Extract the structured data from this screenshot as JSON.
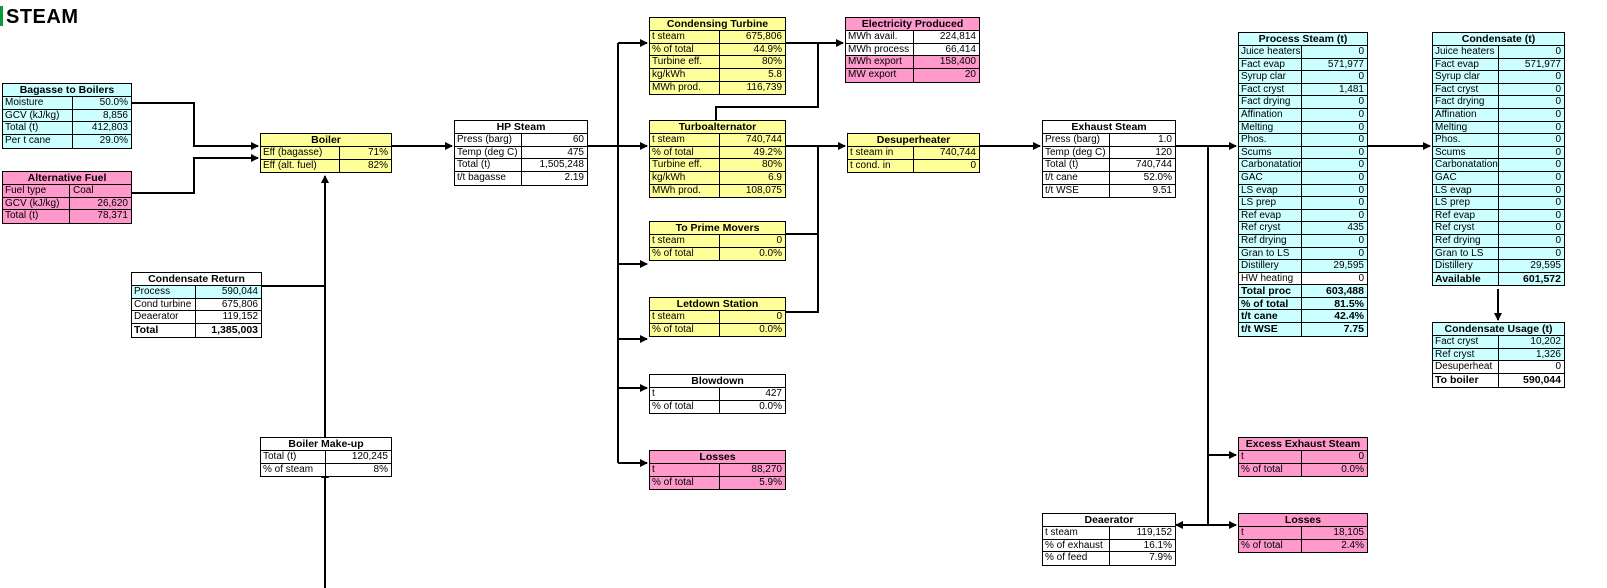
{
  "page_title": "STEAM",
  "colors": {
    "cyan": "#ccffff",
    "yellow": "#ffff99",
    "pink": "#ff99cc",
    "white": "#ffffff"
  },
  "bagasse": {
    "title": "Bagasse to Boilers",
    "rows": [
      {
        "label": "Moisture",
        "value": "50.0%"
      },
      {
        "label": "GCV (kJ/kg)",
        "value": "8,856"
      },
      {
        "label": "Total (t)",
        "value": "412,803"
      },
      {
        "label": "Per t cane",
        "value": "29.0%"
      }
    ]
  },
  "altfuel": {
    "title": "Alternative Fuel",
    "rows": [
      {
        "label": "Fuel type",
        "value": "Coal"
      },
      {
        "label": "GCV (kJ/kg)",
        "value": "26,620"
      },
      {
        "label": "Total (t)",
        "value": "78,371"
      }
    ]
  },
  "boiler": {
    "title": "Boiler",
    "rows": [
      {
        "label": "Eff (bagasse)",
        "value": "71%"
      },
      {
        "label": "Eff (alt. fuel)",
        "value": "82%"
      }
    ]
  },
  "cond_return": {
    "title": "Condensate Return",
    "rows": [
      {
        "label": "Process",
        "value": "590,044"
      },
      {
        "label": "Cond turbine",
        "value": "675,806"
      },
      {
        "label": "Deaerator",
        "value": "119,152"
      },
      {
        "label": "Total",
        "value": "1,385,003"
      }
    ]
  },
  "makeup": {
    "title": "Boiler Make-up",
    "rows": [
      {
        "label": "Total (t)",
        "value": "120,245"
      },
      {
        "label": "% of steam",
        "value": "8%"
      }
    ]
  },
  "hp_steam": {
    "title": "HP Steam",
    "rows": [
      {
        "label": "Press (barg)",
        "value": "60"
      },
      {
        "label": "Temp (deg C)",
        "value": "475"
      },
      {
        "label": "Total (t)",
        "value": "1,505,248"
      },
      {
        "label": "t/t bagasse",
        "value": "2.19"
      }
    ]
  },
  "cond_turbine": {
    "title": "Condensing Turbine",
    "rows": [
      {
        "label": "t steam",
        "value": "675,806"
      },
      {
        "label": "% of total",
        "value": "44.9%"
      },
      {
        "label": "Turbine eff.",
        "value": "80%"
      },
      {
        "label": "kg/kWh",
        "value": "5.8"
      },
      {
        "label": "MWh prod.",
        "value": "116,739"
      }
    ]
  },
  "electricity": {
    "title": "Electricity Produced",
    "rows": [
      {
        "label": "MWh avail.",
        "value": "224,814"
      },
      {
        "label": "MWh process",
        "value": "66,414"
      },
      {
        "label": "MWh export",
        "value": "158,400"
      },
      {
        "label": "MW export",
        "value": "20"
      }
    ]
  },
  "turboalt": {
    "title": "Turboalternator",
    "rows": [
      {
        "label": "t steam",
        "value": "740,744"
      },
      {
        "label": "% of total",
        "value": "49.2%"
      },
      {
        "label": "Turbine eff.",
        "value": "80%"
      },
      {
        "label": "kg/kWh",
        "value": "6.9"
      },
      {
        "label": "MWh prod.",
        "value": "108,075"
      }
    ]
  },
  "desuper": {
    "title": "Desuperheater",
    "rows": [
      {
        "label": "t steam in",
        "value": "740,744"
      },
      {
        "label": "t cond. in",
        "value": "0"
      }
    ]
  },
  "prime": {
    "title": "To Prime Movers",
    "rows": [
      {
        "label": "t steam",
        "value": "0"
      },
      {
        "label": "% of total",
        "value": "0.0%"
      }
    ]
  },
  "letdown": {
    "title": "Letdown Station",
    "rows": [
      {
        "label": "t steam",
        "value": "0"
      },
      {
        "label": "% of total",
        "value": "0.0%"
      }
    ]
  },
  "blowdown": {
    "title": "Blowdown",
    "rows": [
      {
        "label": "t",
        "value": "427"
      },
      {
        "label": "% of total",
        "value": "0.0%"
      }
    ]
  },
  "losses1": {
    "title": "Losses",
    "rows": [
      {
        "label": "t",
        "value": "88,270"
      },
      {
        "label": "% of total",
        "value": "5.9%"
      }
    ]
  },
  "exhaust": {
    "title": "Exhaust Steam",
    "rows": [
      {
        "label": "Press (barg)",
        "value": "1.0"
      },
      {
        "label": "Temp (deg C)",
        "value": "120"
      },
      {
        "label": "Total (t)",
        "value": "740,744"
      },
      {
        "label": "t/t cane",
        "value": "52.0%"
      },
      {
        "label": "t/t WSE",
        "value": "9.51"
      }
    ]
  },
  "process_steam": {
    "title": "Process Steam (t)",
    "rows": [
      {
        "label": "Juice heaters",
        "value": "0"
      },
      {
        "label": "Fact evap",
        "value": "571,977"
      },
      {
        "label": "Syrup clar",
        "value": "0"
      },
      {
        "label": "Fact cryst",
        "value": "1,481"
      },
      {
        "label": "Fact drying",
        "value": "0"
      },
      {
        "label": "Affination",
        "value": "0"
      },
      {
        "label": "Melting",
        "value": "0"
      },
      {
        "label": "Phos.",
        "value": "0"
      },
      {
        "label": "Scums",
        "value": "0"
      },
      {
        "label": "Carbonatation",
        "value": "0"
      },
      {
        "label": "GAC",
        "value": "0"
      },
      {
        "label": "LS evap",
        "value": "0"
      },
      {
        "label": "LS prep",
        "value": "0"
      },
      {
        "label": "Ref evap",
        "value": "0"
      },
      {
        "label": "Ref cryst",
        "value": "435"
      },
      {
        "label": "Ref drying",
        "value": "0"
      },
      {
        "label": "Gran to LS",
        "value": "0"
      },
      {
        "label": "Distillery",
        "value": "29,595"
      },
      {
        "label": "HW heating",
        "value": "0"
      },
      {
        "label": "Total proc",
        "value": "603,488"
      },
      {
        "label": "% of total",
        "value": "81.5%"
      },
      {
        "label": "t/t cane",
        "value": "42.4%"
      },
      {
        "label": "t/t WSE",
        "value": "7.75"
      }
    ]
  },
  "condensate": {
    "title": "Condensate (t)",
    "rows": [
      {
        "label": "Juice heaters",
        "value": "0"
      },
      {
        "label": "Fact evap",
        "value": "571,977"
      },
      {
        "label": "Syrup clar",
        "value": "0"
      },
      {
        "label": "Fact cryst",
        "value": "0"
      },
      {
        "label": "Fact drying",
        "value": "0"
      },
      {
        "label": "Affination",
        "value": "0"
      },
      {
        "label": "Melting",
        "value": "0"
      },
      {
        "label": "Phos.",
        "value": "0"
      },
      {
        "label": "Scums",
        "value": "0"
      },
      {
        "label": "Carbonatation",
        "value": "0"
      },
      {
        "label": "GAC",
        "value": "0"
      },
      {
        "label": "LS evap",
        "value": "0"
      },
      {
        "label": "LS prep",
        "value": "0"
      },
      {
        "label": "Ref evap",
        "value": "0"
      },
      {
        "label": "Ref cryst",
        "value": "0"
      },
      {
        "label": "Ref drying",
        "value": "0"
      },
      {
        "label": "Gran to LS",
        "value": "0"
      },
      {
        "label": "Distillery",
        "value": "29,595"
      },
      {
        "label": "Available",
        "value": "601,572"
      }
    ]
  },
  "cond_usage": {
    "title": "Condensate Usage (t)",
    "rows": [
      {
        "label": "Fact cryst",
        "value": "10,202"
      },
      {
        "label": "Ref cryst",
        "value": "1,326"
      },
      {
        "label": "Desuperheat",
        "value": "0"
      },
      {
        "label": "To boiler",
        "value": "590,044"
      }
    ]
  },
  "excess": {
    "title": "Excess Exhaust Steam",
    "rows": [
      {
        "label": "t",
        "value": "0"
      },
      {
        "label": "% of total",
        "value": "0.0%"
      }
    ]
  },
  "deaerator": {
    "title": "Deaerator",
    "rows": [
      {
        "label": "t steam",
        "value": "119,152"
      },
      {
        "label": "% of exhaust",
        "value": "16.1%"
      },
      {
        "label": "% of feed",
        "value": "7.9%"
      }
    ]
  },
  "losses2": {
    "title": "Losses",
    "rows": [
      {
        "label": "t",
        "value": "18,105"
      },
      {
        "label": "% of total",
        "value": "2.4%"
      }
    ]
  }
}
